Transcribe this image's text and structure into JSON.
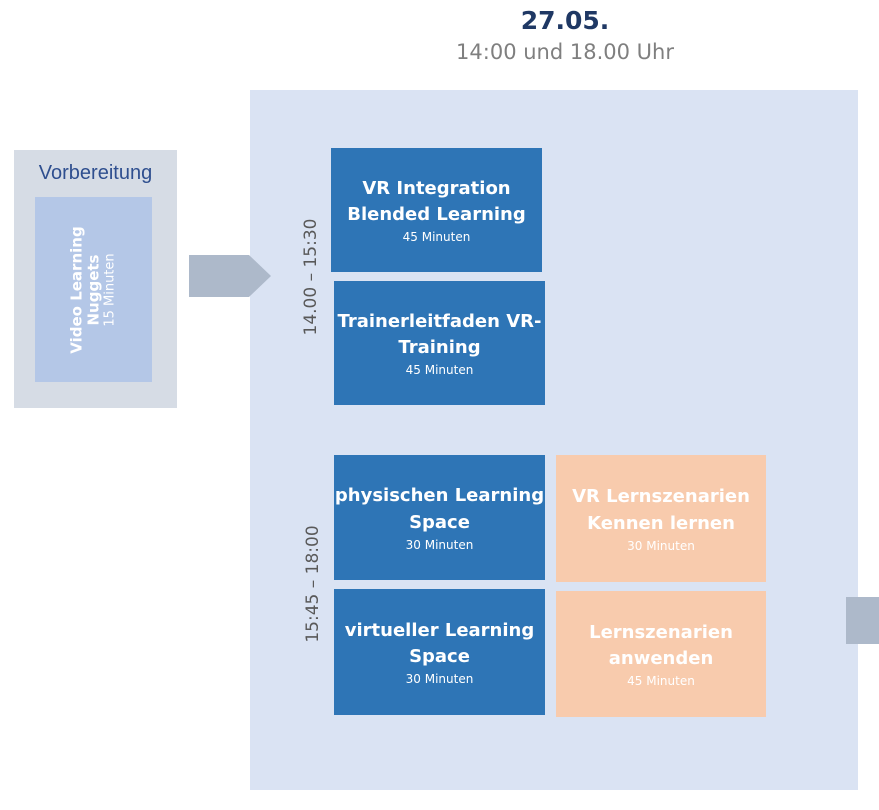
{
  "header": {
    "date": "27.05.",
    "time_range": "14:00 und 18.00 Uhr"
  },
  "preparation": {
    "label": "Vorbereitung",
    "item": {
      "title": "Video Learning Nuggets",
      "duration": "15 Minuten"
    }
  },
  "sessions": [
    {
      "time": "14.00 – 15:30",
      "items": [
        {
          "title": "VR Integration Blended Learning",
          "duration": "45 Minuten"
        },
        {
          "title": "Trainerleitfaden VR-Training",
          "duration": "45 Minuten"
        }
      ]
    },
    {
      "time": "15:45 – 18:00",
      "items": [
        {
          "title": "physischen Learning Space",
          "duration": "30 Minuten"
        },
        {
          "title": "virtueller Learning Space",
          "duration": "30 Minuten"
        },
        {
          "title": "VR Lernszenarien Kennen lernen",
          "duration": "30 Minuten"
        },
        {
          "title": "Lernszenarien anwenden",
          "duration": "45 Minuten"
        }
      ]
    }
  ],
  "colors": {
    "title": "#1f3864",
    "session_box": "#2e75b6",
    "scenario_box": "#f8cbad",
    "panel": "#dae3f3"
  }
}
